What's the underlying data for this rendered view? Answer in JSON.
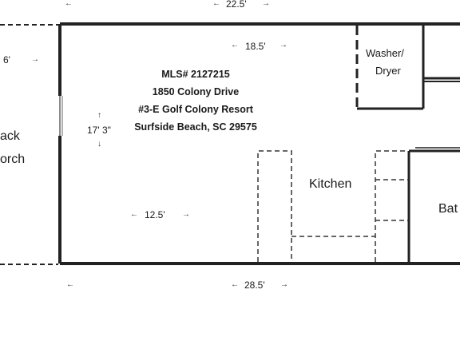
{
  "dimensions": {
    "top_overall": "22.5'",
    "top_inner": "18.5'",
    "left_edge": "6'",
    "height": "17' 3\"",
    "lower_left": "12.5'",
    "bottom_overall": "28.5'"
  },
  "listing": {
    "mls": "MLS# 2127215",
    "street": "1850 Colony Drive",
    "unit": "#3-E Golf Colony Resort",
    "city": "Surfside Beach, SC 29575"
  },
  "rooms": {
    "washer": "Washer/",
    "dryer": "Dryer",
    "kitchen": "Kitchen",
    "porch_line1": "ack",
    "porch_line2": "orch",
    "bath": "Bat"
  },
  "arrows": {
    "left": "←",
    "right": "→",
    "up": "↑",
    "down": "↓"
  }
}
